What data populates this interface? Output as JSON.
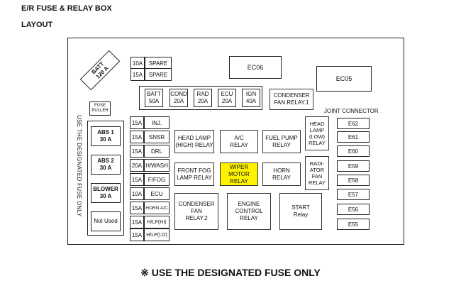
{
  "header": {
    "title": "E/R FUSE & RELAY BOX",
    "subtitle": "LAYOUT"
  },
  "batt_main": {
    "name": "BATT",
    "amp": "120 A"
  },
  "fuse_puller": "FUSE\nPULLER",
  "side_text": "USE THE DESIGNATED FUSE ONLY",
  "top_spares": [
    {
      "amp": "10A",
      "name": "SPARE"
    },
    {
      "amp": "15A",
      "name": "SPARE"
    }
  ],
  "ec06": "EC06",
  "ec05": "EC05",
  "mid_fuses": [
    {
      "name": "BATT",
      "amp": "50A"
    },
    {
      "name": "COND",
      "amp": "20A"
    },
    {
      "name": "RAD",
      "amp": "20A"
    },
    {
      "name": "ECU",
      "amp": "20A"
    },
    {
      "name": "IGN",
      "amp": "40A"
    }
  ],
  "condenser_fan_relay1": "CONDENSER\nFAN RELAY.1",
  "joint_connector_label": "JOINT CONNECTOR",
  "big_fuses": [
    {
      "name": "ABS 1",
      "amp": "30 A"
    },
    {
      "name": "ABS 2",
      "amp": "30 A"
    },
    {
      "name": "BLOWER",
      "amp": "30 A"
    },
    {
      "name": "Not Used",
      "amp": ""
    }
  ],
  "small_fuses": [
    {
      "amp": "15A",
      "name": "INJ."
    },
    {
      "amp": "15A",
      "name": "SNSR"
    },
    {
      "amp": "15A",
      "name": "DRL"
    },
    {
      "amp": "20A",
      "name": "H/WASH"
    },
    {
      "amp": "15A",
      "name": "F/FOG"
    },
    {
      "amp": "10A",
      "name": "ECU"
    },
    {
      "amp": "15A",
      "name": "HORN A/C"
    },
    {
      "amp": "15A",
      "name": "H/LP(HI)"
    },
    {
      "amp": "15A",
      "name": "H/LP(LO)"
    }
  ],
  "relays": {
    "head_lamp_high": "HEAD LAMP\n(HIGH) RELAY",
    "ac": "A/C\nRELAY",
    "fuel_pump": "FUEL PUMP\nRELAY",
    "head_lamp_low": "HEAD\nLAMP\n(LOW)\nRELAY",
    "front_fog": "FRONT FOG\nLAMP RELAY",
    "wiper_motor": "WIPER\nMOTOR\nRELAY",
    "horn": "HORN\nRELAY",
    "radiator_fan": "RADI-\nATOR\nFAN\nRELAY",
    "condenser_fan2": "CONDENSER\nFAN\nRELAY.2",
    "engine_control": "ENGINE\nCONTROL\nRELAY",
    "start": "START\nRelay"
  },
  "connectors": [
    "E62",
    "E61",
    "E60",
    "E59",
    "E58",
    "E57",
    "E56",
    "E55"
  ],
  "footer": "※ USE THE DESIGNATED FUSE ONLY",
  "colors": {
    "highlight": "#fff200",
    "line": "#222222"
  }
}
